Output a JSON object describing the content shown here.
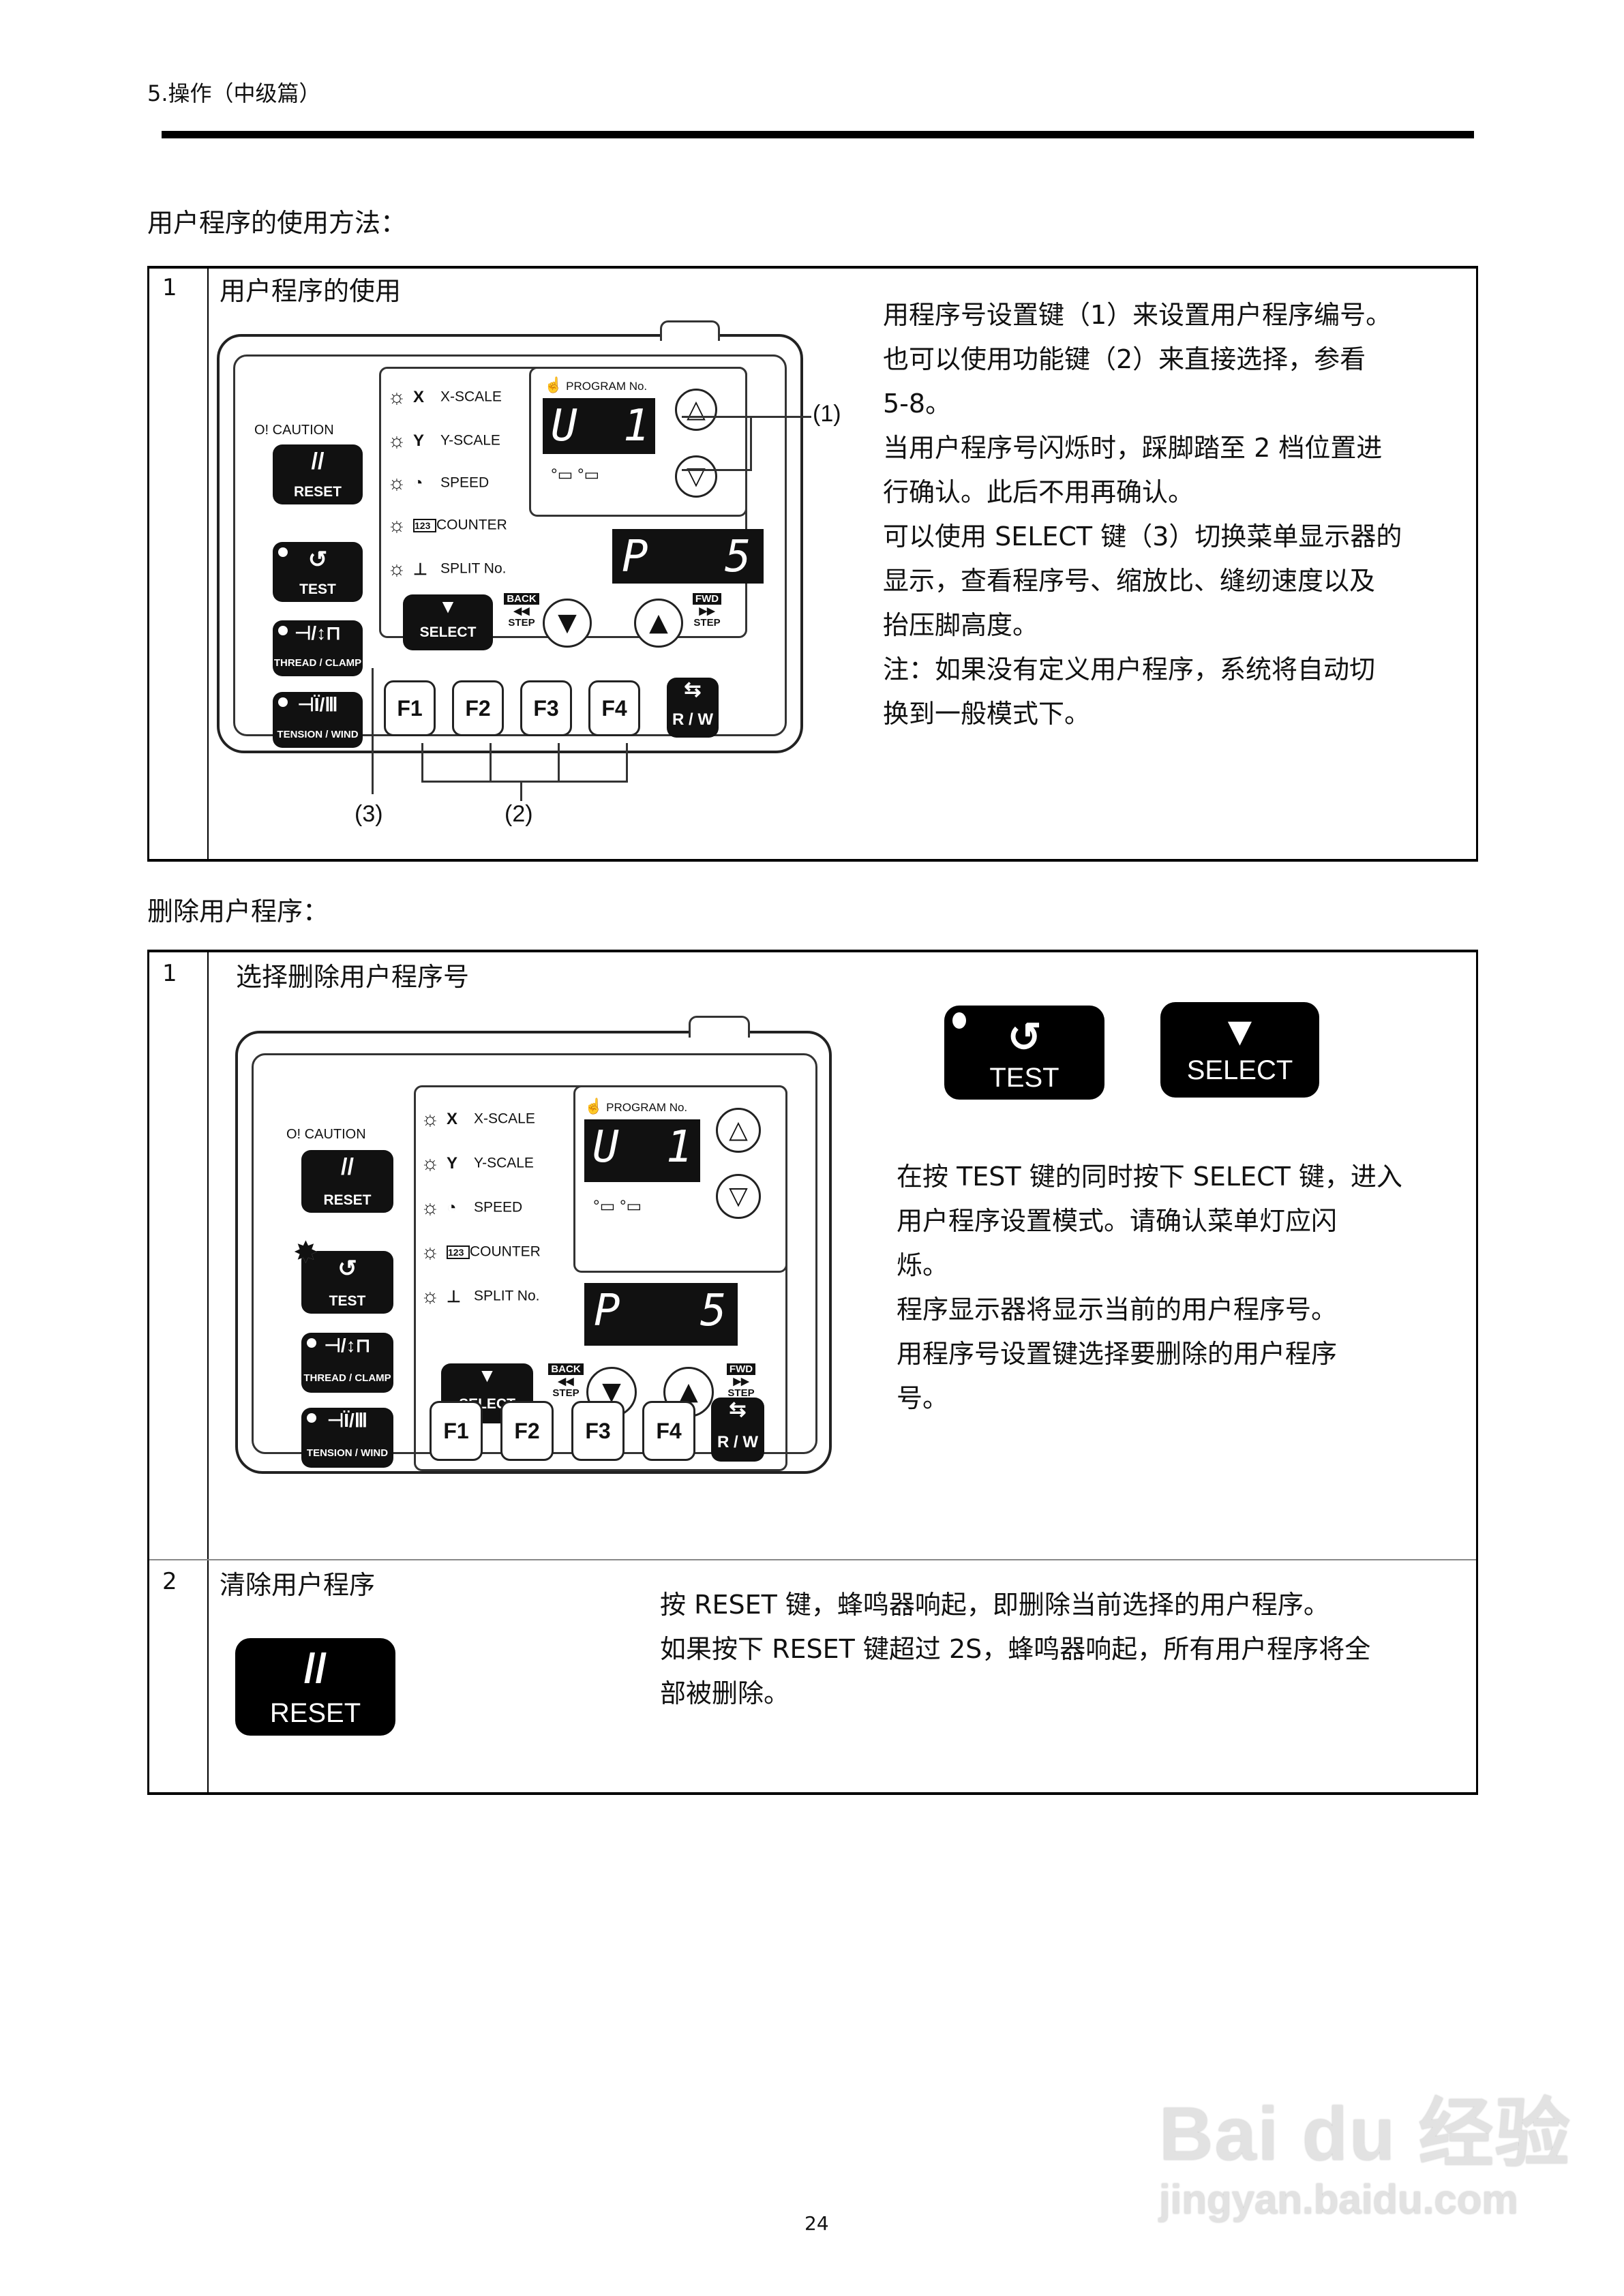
{
  "header": {
    "chapter": "5.操作（中级篇）"
  },
  "section1": {
    "heading": "用户程序的使用方法：",
    "rows": [
      {
        "number": "1",
        "title": "用户程序的使用",
        "paragraphs": [
          "用程序号设置键（1）来设置用户程序编号。",
          "也可以使用功能键（2）来直接选择，参看",
          "5-8。",
          "当用户程序号闪烁时，踩脚踏至 2 档位置进",
          "行确认。此后不用再确认。",
          "可以使用 SELECT 键（3）切换菜单显示器的",
          "显示，查看程序号、缩放比、缝纫速度以及",
          "抬压脚高度。",
          "注：如果没有定义用户程序，系统将自动切",
          "换到一般模式下。"
        ],
        "callouts": {
          "c1": "(1)",
          "c2": "(2)",
          "c3": "(3)"
        }
      }
    ]
  },
  "panel": {
    "caution": "O! CAUTION",
    "reset": "RESET",
    "test": "TEST",
    "thread_clamp": "THREAD / CLAMP",
    "tension_wind": "TENSION / WIND",
    "lamps": [
      {
        "icon": "X",
        "label": "X-SCALE"
      },
      {
        "icon": "Y",
        "label": "Y-SCALE"
      },
      {
        "icon": "◔",
        "label": "SPEED"
      },
      {
        "icon": "123",
        "label": "COUNTER"
      },
      {
        "icon": "⊥",
        "label": "SPLIT No."
      }
    ],
    "program_label": "PROGRAM No.",
    "program_display_left": "U",
    "program_display_right": "1",
    "menu_display_left": "P",
    "menu_display_right": "5",
    "select": "SELECT",
    "back": "BACK",
    "fwd": "FWD",
    "step": "STEP",
    "fkeys": [
      "F1",
      "F2",
      "F3",
      "F4"
    ],
    "rw": "R / W"
  },
  "section2": {
    "heading": "删除用户程序：",
    "rows": [
      {
        "number": "1",
        "title": "选择删除用户程序号",
        "key_test": "TEST",
        "key_select": "SELECT",
        "paragraphs": [
          "在按 TEST 键的同时按下 SELECT 键，进入",
          "用户程序设置模式。请确认菜单灯应闪",
          "烁。",
          "程序显示器将显示当前的用户程序号。",
          "用程序号设置键选择要删除的用户程序",
          "号。"
        ]
      },
      {
        "number": "2",
        "title": "清除用户程序",
        "key_reset": "RESET",
        "paragraphs": [
          "按 RESET 键，蜂鸣器响起，即删除当前选择的用户程序。",
          "如果按下 RESET 键超过 2S，蜂鸣器响起，所有用户程序将全",
          "部被删除。"
        ]
      }
    ]
  },
  "footer": {
    "page_number": "24"
  },
  "watermark": {
    "brand": "Bai du 经验",
    "url": "jingyan.baidu.com"
  }
}
